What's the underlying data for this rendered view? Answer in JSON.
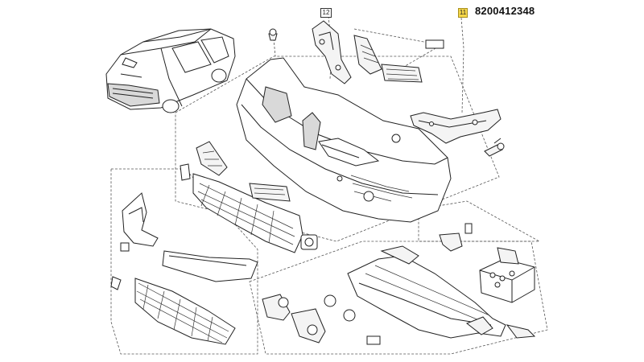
{
  "callouts": {
    "bracket_ref": "12",
    "highlight_ref": "11",
    "part_number": "8200412348"
  },
  "colors": {
    "highlight_fill": "#f7d84a",
    "line": "#222222",
    "background": "#ffffff"
  }
}
